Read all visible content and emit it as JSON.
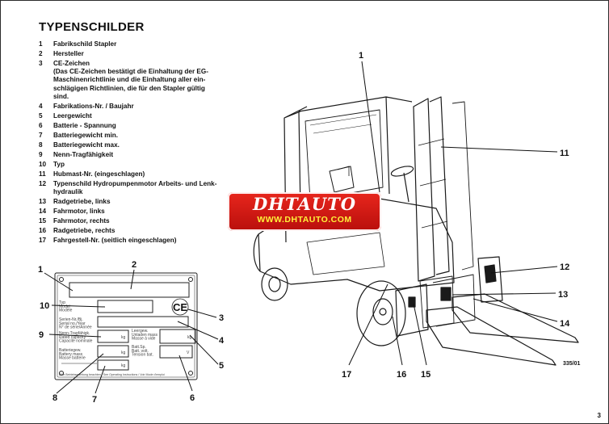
{
  "page": {
    "title": "TYPENSCHILDER",
    "page_number": "3",
    "figure_code": "335/01"
  },
  "legend": [
    {
      "num": "1",
      "text": "Fabrikschild Stapler"
    },
    {
      "num": "2",
      "text": "Hersteller"
    },
    {
      "num": "3",
      "text": "CE-Zeichen\n(Das CE-Zeichen bestätigt die Einhaltung der EG-\nMaschinenrichtlinie und die Einhaltung aller ein-\nschlägigen Richtlinien, die für den Stapler gültig\nsind."
    },
    {
      "num": "4",
      "text": "Fabrikations-Nr. / Baujahr"
    },
    {
      "num": "5",
      "text": "Leergewicht"
    },
    {
      "num": "6",
      "text": "Batterie - Spannung"
    },
    {
      "num": "7",
      "text": "Batteriegewicht min."
    },
    {
      "num": "8",
      "text": "Batteriegewicht max."
    },
    {
      "num": "9",
      "text": "Nenn-Tragfähigkeit"
    },
    {
      "num": "10",
      "text": "Typ"
    },
    {
      "num": "11",
      "text": "Hubmast-Nr. (eingeschlagen)"
    },
    {
      "num": "12",
      "text": "Typenschild Hydropumpenmotor Arbeits- und Lenk-\nhydraulik"
    },
    {
      "num": "13",
      "text": "Radgetriebe, links"
    },
    {
      "num": "14",
      "text": "Fahrmotor, links"
    },
    {
      "num": "15",
      "text": "Fahrmotor, rechts"
    },
    {
      "num": "16",
      "text": "Radgetriebe, rechts"
    },
    {
      "num": "17",
      "text": "Fahrgestell-Nr. (seitlich eingeschlagen)"
    }
  ],
  "plate": {
    "ce_mark": "CE",
    "callouts": {
      "c1": "1",
      "c2": "2",
      "c3": "3",
      "c4": "4",
      "c5": "5",
      "c6": "6",
      "c7": "7",
      "c8": "8",
      "c9": "9",
      "c10": "10"
    },
    "labels": {
      "typ": "Typ\nModel\nModèle",
      "serial": "Serien-Nr./Bj.\nSerial no./Year\nN° de série/Année",
      "capacity": "Nenn-Tragfähigk.\nRated capacity\nCapacité nominale",
      "battery": "Batteriegew.\nBattery mass\nMasse batterie",
      "unladen": "Leergew.\nUnladen mass\nMasse à vide",
      "voltage": "Batt.Sp.\nBatt. volt.\nTension bat.",
      "units_kg": "kg",
      "units_v": "V",
      "footer": "Bitte Betriebsanleitung beachten / See Operating Instructions / Voir Mode d'emploi"
    }
  },
  "truck": {
    "callouts": {
      "c1": "1",
      "c11": "11",
      "c12": "12",
      "c13": "13",
      "c14": "14",
      "c15": "15",
      "c16": "16",
      "c17": "17"
    }
  },
  "watermark": {
    "brand": "DHTAUTO",
    "url": "WWW.DHTAUTO.COM"
  }
}
